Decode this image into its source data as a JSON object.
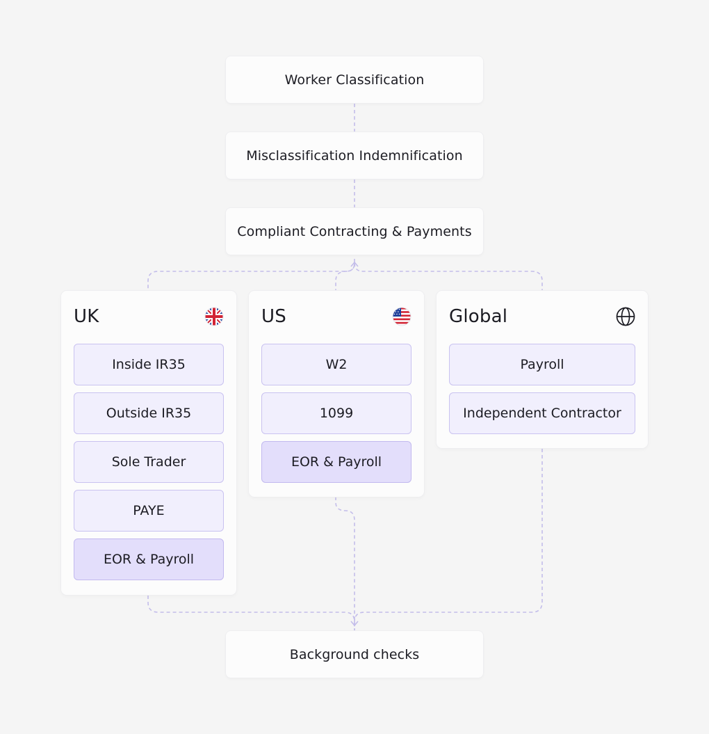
{
  "steps": {
    "worker_classification": "Worker Classification",
    "misclassification": "Misclassification Indemnification",
    "contracting": "Compliant Contracting & Payments",
    "background": "Background checks"
  },
  "regions": {
    "uk": {
      "title": "UK",
      "icon": "uk-flag-icon",
      "options": [
        "Inside IR35",
        "Outside IR35",
        "Sole Trader",
        "PAYE",
        "EOR & Payroll"
      ]
    },
    "us": {
      "title": "US",
      "icon": "us-flag-icon",
      "options": [
        "W2",
        "1099",
        "EOR & Payroll"
      ]
    },
    "global": {
      "title": "Global",
      "icon": "globe-icon",
      "options": [
        "Payroll",
        "Independent Contractor"
      ]
    }
  },
  "colors": {
    "background": "#f5f5f5",
    "card": "#fcfcfc",
    "option_fill": "#f1effd",
    "option_border": "#c9c2f0",
    "option_highlight": "#e3defb",
    "connector": "#c3bdea"
  }
}
